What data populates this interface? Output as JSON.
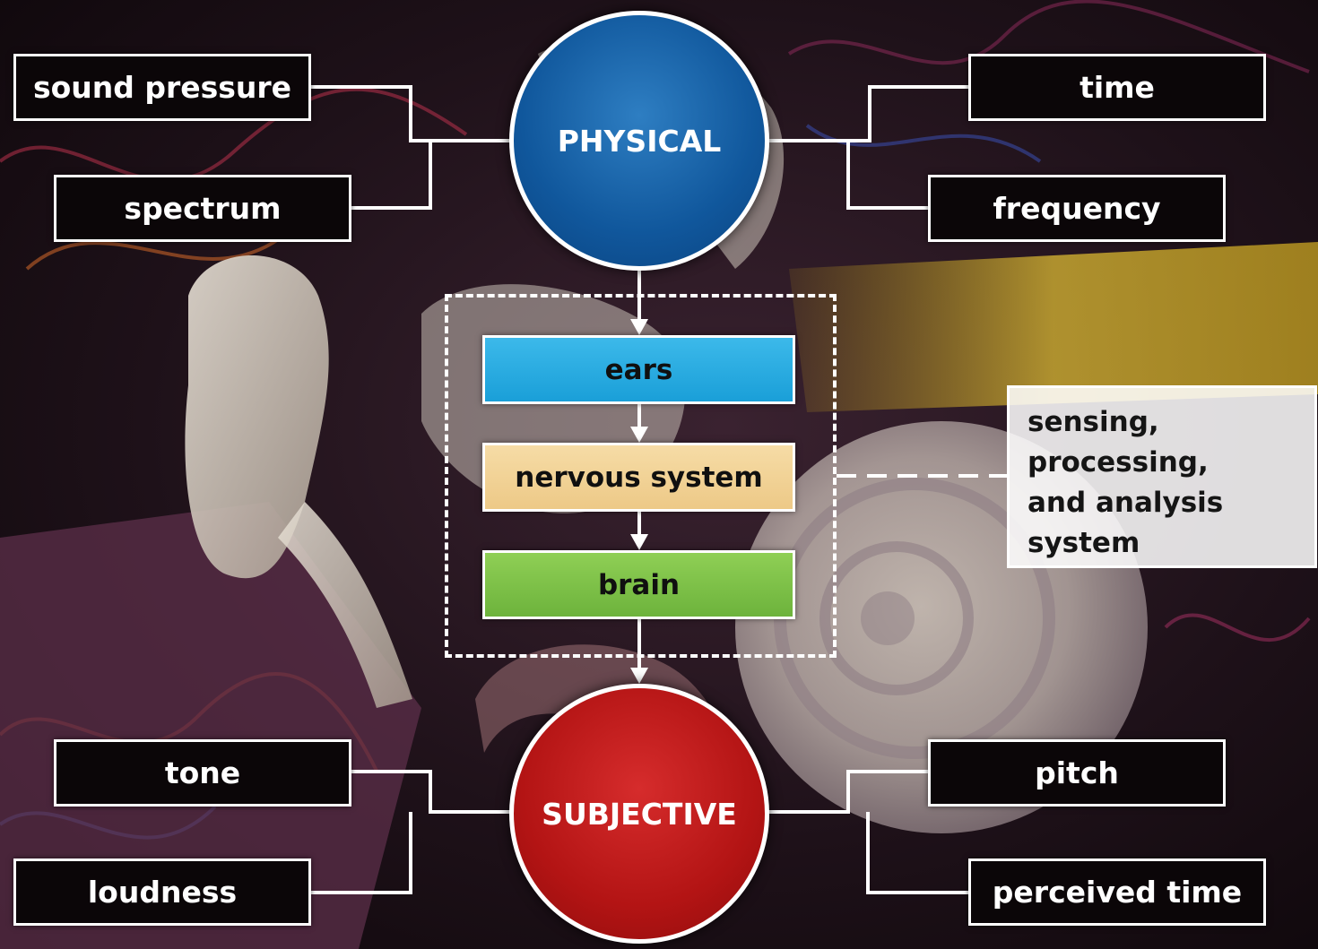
{
  "physical": {
    "label": "PHYSICAL",
    "color": "#10579c",
    "terms": [
      "sound pressure",
      "spectrum",
      "time",
      "frequency"
    ]
  },
  "stages": {
    "ears": "ears",
    "nervous_system": "nervous system",
    "brain": "brain",
    "colors": {
      "ears": "#1a9fd8",
      "nervous_system": "#edc987",
      "brain": "#6db33c"
    }
  },
  "system_note": {
    "lines": [
      "sensing,",
      "processing,",
      "and analysis",
      "system"
    ]
  },
  "subjective": {
    "label": "SUBJECTIVE",
    "color": "#b31414",
    "terms": [
      "tone",
      "loudness",
      "pitch",
      "perceived time"
    ]
  }
}
